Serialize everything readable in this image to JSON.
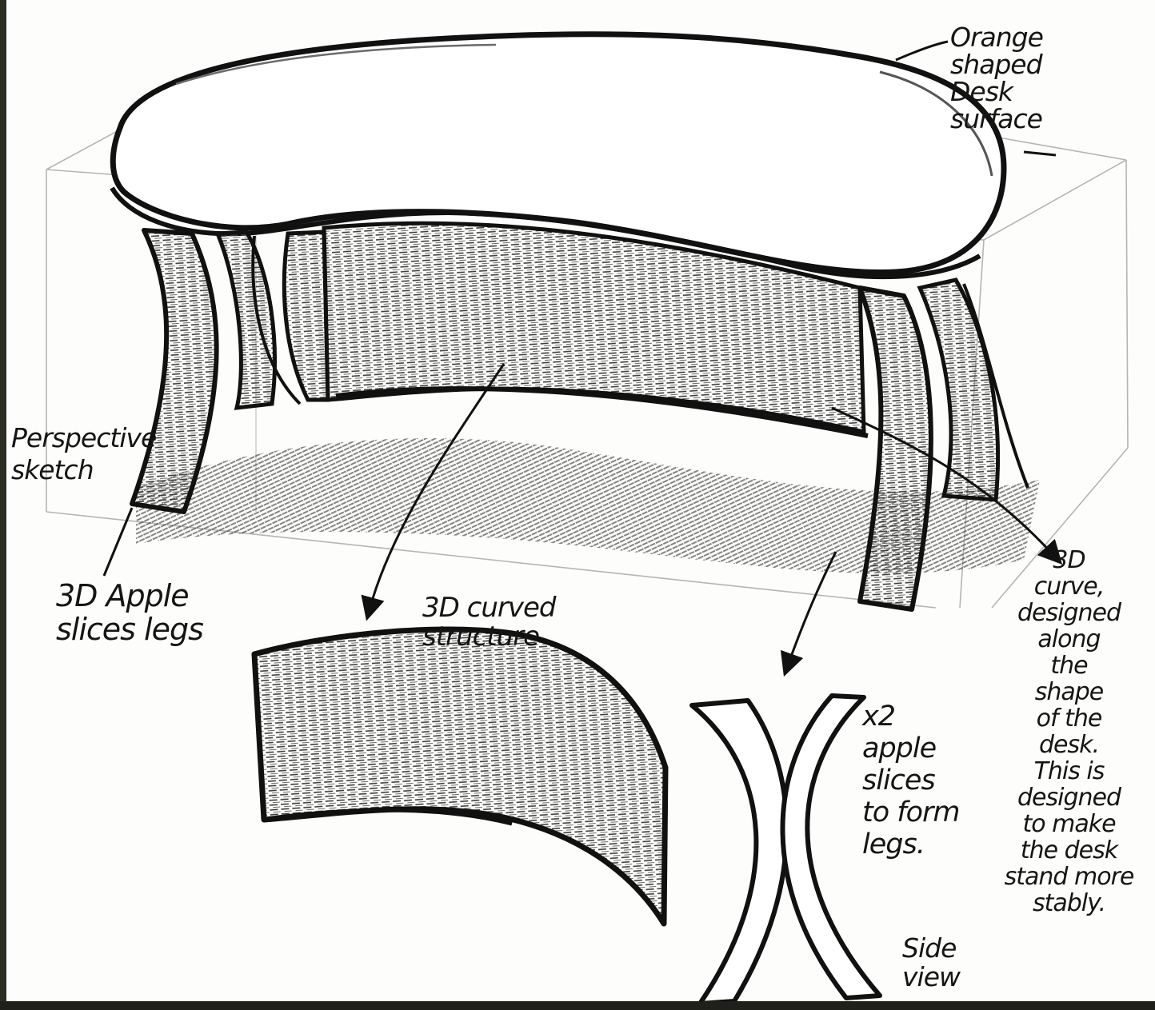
{
  "labels": {
    "orange_desk": "Orange\nshaped\nDesk\nsurface",
    "perspective": "Perspective\nsketch",
    "apple_legs": "3D Apple\nslices legs",
    "curved_structure": "3D curved\n     structure",
    "x2_apple": "x2\napple\nslices\nto form\nlegs.",
    "curve_note": "3D\ncurve,\ndesigned\nalong\nthe\nshape\nof the\ndesk.\nThis is\ndesigned\nto make\nthe desk\nstand more\nstably.",
    "side_view": "Side\nview"
  },
  "colors": {
    "ink": "#151515",
    "paper": "#fdfdfb",
    "shade": "#5a5a5a"
  }
}
